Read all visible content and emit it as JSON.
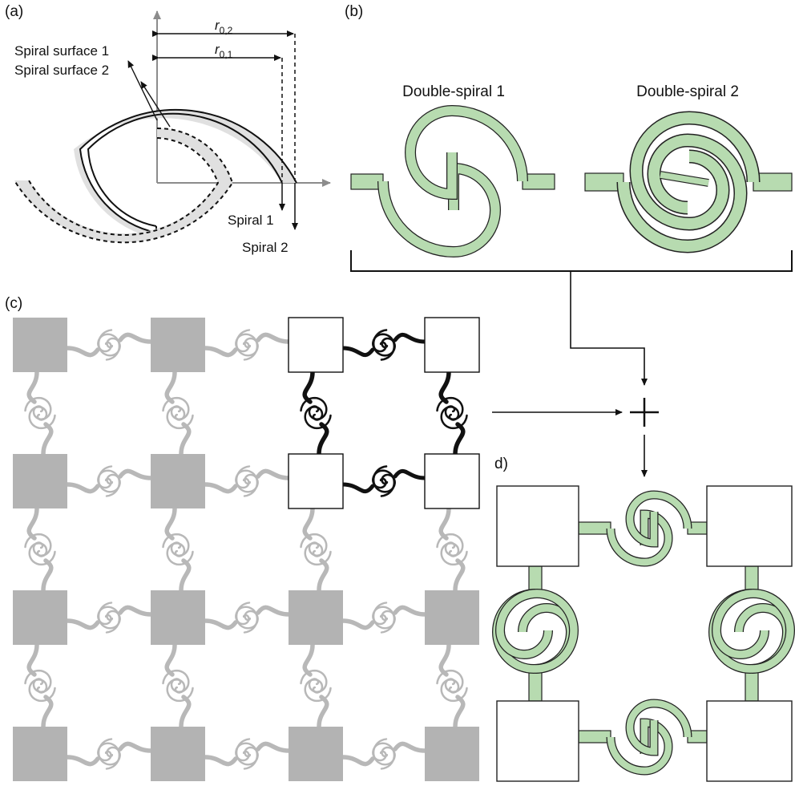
{
  "panels": {
    "a": "(a)",
    "b": "(b)",
    "c": "(c)",
    "d": "d)"
  },
  "panel_a": {
    "r02_main": "r",
    "r02_sub": "0,2",
    "r01_main": "r",
    "r01_sub": "0,1",
    "surface1": "Spiral surface 1",
    "surface2": "Spiral surface 2",
    "spiral1": "Spiral 1",
    "spiral2": "Spiral 2"
  },
  "panel_b": {
    "title1": "Double-spiral 1",
    "title2": "Double-spiral 2"
  },
  "colors": {
    "green_fill": "#b7dbb0",
    "gray_fill": "#b3b3b3",
    "light_gray": "#e0e0e0",
    "axis": "#8c8c8c",
    "black": "#111111"
  }
}
